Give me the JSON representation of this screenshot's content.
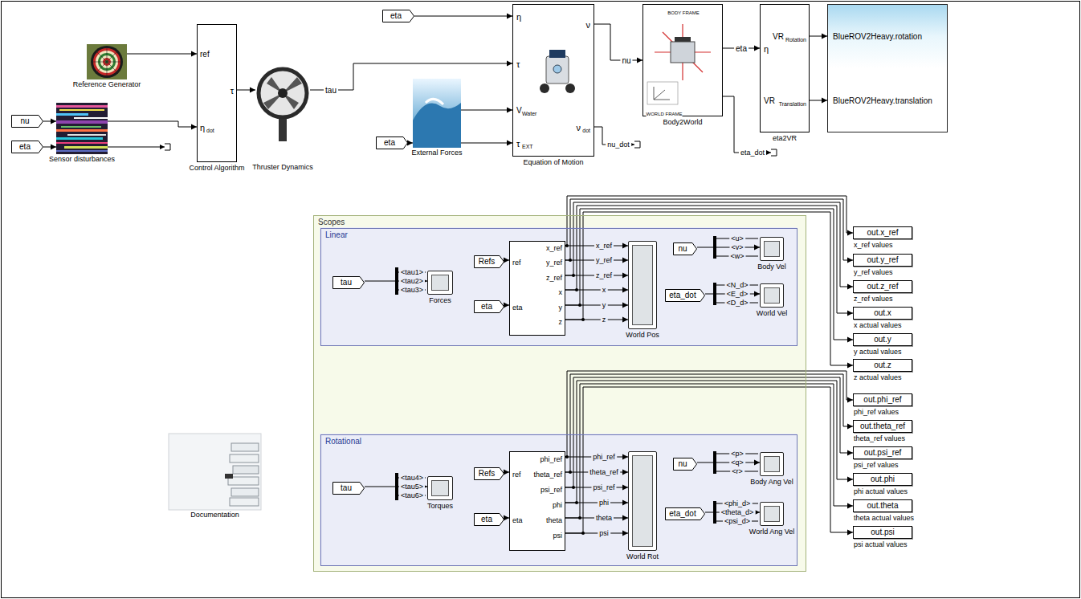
{
  "diagram": {
    "nodes": [
      {
        "text": [
          "Reference Generator"
        ]
      },
      {
        "text": [
          "nu"
        ]
      },
      {
        "text": [
          "eta"
        ]
      },
      {
        "text": [
          "Sensor disturbances"
        ]
      },
      {
        "text": [
          "ref",
          "η",
          "dot",
          "τ",
          "Control Algorithm"
        ]
      },
      {
        "text": [
          "Thruster Dynamics"
        ]
      },
      {
        "text": [
          "eta"
        ]
      },
      {
        "text": [
          "eta"
        ]
      },
      {
        "text": [
          "External Forces"
        ]
      },
      {
        "text": [
          "η",
          "τ",
          "V",
          "Water",
          "τ",
          "EXT",
          "ν",
          "ν",
          "dot",
          "Equation of Motion"
        ]
      },
      {
        "text": [
          "BODY FRAME",
          "WORLD FRAME",
          "Body2World"
        ]
      },
      {
        "text": [
          "η",
          "VR",
          "Rotation",
          "VR",
          "Translation",
          "eta2VR"
        ]
      },
      {
        "text": [
          "BlueROV2Heavy.rotation",
          "BlueROV2Heavy.translation"
        ]
      },
      {
        "text": [
          "Scopes"
        ]
      },
      {
        "text": [
          "Linear"
        ],
        "in": 13
      },
      {
        "text": [
          "tau"
        ],
        "in": 14
      },
      {
        "text": [
          "Forces"
        ],
        "in": 14
      },
      {
        "text": [
          "Refs"
        ],
        "in": 14
      },
      {
        "text": [
          "eta"
        ],
        "in": 14
      },
      {
        "text": [
          "ref",
          "eta",
          "x_ref",
          "y_ref",
          "z_ref",
          "x",
          "y",
          "z"
        ],
        "in": 14
      },
      {
        "text": [
          "World Pos"
        ],
        "in": 14
      },
      {
        "text": [
          "nu"
        ],
        "in": 14
      },
      {
        "text": [
          "Body Vel"
        ],
        "in": 14
      },
      {
        "text": [
          "eta_dot"
        ],
        "in": 14
      },
      {
        "text": [
          "World Vel"
        ],
        "in": 14
      },
      {
        "text": [
          "Rotational"
        ],
        "in": 13
      },
      {
        "text": [
          "tau"
        ],
        "in": 25
      },
      {
        "text": [
          "Torques"
        ],
        "in": 25
      },
      {
        "text": [
          "Refs"
        ],
        "in": 25
      },
      {
        "text": [
          "eta"
        ],
        "in": 25
      },
      {
        "text": [
          "ref",
          "eta",
          "phi_ref",
          "theta_ref",
          "psi_ref",
          "phi",
          "theta",
          "psi"
        ],
        "in": 25
      },
      {
        "text": [
          "World Rot"
        ],
        "in": 25
      },
      {
        "text": [
          "nu"
        ],
        "in": 25
      },
      {
        "text": [
          "Body Ang Vel"
        ],
        "in": 25
      },
      {
        "text": [
          "eta_dot"
        ],
        "in": 25
      },
      {
        "text": [
          "World Ang Vel"
        ],
        "in": 25
      },
      {
        "text": [
          "Documentation"
        ]
      },
      {
        "text": [
          "out.x_ref",
          "x_ref values"
        ]
      },
      {
        "text": [
          "out.y_ref",
          "y_ref values"
        ]
      },
      {
        "text": [
          "out.z_ref",
          "z_ref values"
        ]
      },
      {
        "text": [
          "out.x",
          "x actual values"
        ]
      },
      {
        "text": [
          "out.y",
          "y actual values"
        ]
      },
      {
        "text": [
          "out.z",
          "z actual values"
        ]
      },
      {
        "text": [
          "out.phi_ref",
          "phi_ref values"
        ]
      },
      {
        "text": [
          "out.theta_ref",
          "theta_ref values"
        ]
      },
      {
        "text": [
          "out.psi_ref",
          "psi_ref values"
        ]
      },
      {
        "text": [
          "out.phi",
          "phi actual values"
        ]
      },
      {
        "text": [
          "out.theta",
          "theta actual values"
        ]
      },
      {
        "text": [
          "out.psi",
          "psi actual values"
        ]
      }
    ],
    "edges": [
      {
        "from": 0,
        "to": 4,
        "arrow": "to"
      },
      {
        "from": 1,
        "to": 3,
        "arrow": "to"
      },
      {
        "from": 2,
        "to": 3,
        "arrow": "to"
      },
      {
        "from": 3,
        "to": 4,
        "arrow": "to"
      },
      {
        "from": 4,
        "to": 5,
        "arrow": "to"
      },
      {
        "from": 5,
        "to": 9,
        "label": "tau",
        "arrow": "to"
      },
      {
        "from": 6,
        "to": 9,
        "arrow": "to"
      },
      {
        "from": 7,
        "to": 8,
        "arrow": "to"
      },
      {
        "from": 8,
        "to": 9,
        "arrow": "to"
      },
      {
        "from": 8,
        "to": 9,
        "arrow": "to"
      },
      {
        "from": 9,
        "to": 10,
        "label": "nu",
        "arrow": "to"
      },
      {
        "from": 10,
        "to": 11,
        "label": "eta",
        "arrow": "to"
      },
      {
        "from": 11,
        "to": 12,
        "arrow": "to"
      },
      {
        "from": 11,
        "to": 12,
        "arrow": "to"
      },
      {
        "from": 15,
        "to": 16,
        "arrow": "to"
      },
      {
        "from": 17,
        "to": 19,
        "arrow": "to"
      },
      {
        "from": 18,
        "to": 19,
        "arrow": "to"
      },
      {
        "from": 19,
        "to": 20,
        "label": "x_ref",
        "arrow": "to"
      },
      {
        "from": 19,
        "to": 20,
        "label": "y_ref",
        "arrow": "to"
      },
      {
        "from": 19,
        "to": 20,
        "label": "z_ref",
        "arrow": "to"
      },
      {
        "from": 19,
        "to": 20,
        "label": "x",
        "arrow": "to"
      },
      {
        "from": 19,
        "to": 20,
        "label": "y",
        "arrow": "to"
      },
      {
        "from": 19,
        "to": 20,
        "label": "z",
        "arrow": "to"
      },
      {
        "from": 21,
        "to": 22,
        "arrow": "to"
      },
      {
        "from": 23,
        "to": 24,
        "arrow": "to"
      },
      {
        "from": 26,
        "to": 27,
        "arrow": "to"
      },
      {
        "from": 28,
        "to": 30,
        "arrow": "to"
      },
      {
        "from": 29,
        "to": 30,
        "arrow": "to"
      },
      {
        "from": 30,
        "to": 31,
        "label": "phi_ref",
        "arrow": "to"
      },
      {
        "from": 30,
        "to": 31,
        "label": "theta_ref",
        "arrow": "to"
      },
      {
        "from": 30,
        "to": 31,
        "label": "psi_ref",
        "arrow": "to"
      },
      {
        "from": 30,
        "to": 31,
        "label": "phi",
        "arrow": "to"
      },
      {
        "from": 30,
        "to": 31,
        "label": "theta",
        "arrow": "to"
      },
      {
        "from": 30,
        "to": 31,
        "label": "psi",
        "arrow": "to"
      },
      {
        "from": 32,
        "to": 33,
        "arrow": "to"
      },
      {
        "from": 34,
        "to": 35,
        "arrow": "to"
      },
      {
        "from": 19,
        "to": 37,
        "arrow": "to"
      },
      {
        "from": 19,
        "to": 38,
        "arrow": "to"
      },
      {
        "from": 19,
        "to": 39,
        "arrow": "to"
      },
      {
        "from": 19,
        "to": 40,
        "arrow": "to"
      },
      {
        "from": 19,
        "to": 41,
        "arrow": "to"
      },
      {
        "from": 19,
        "to": 42,
        "arrow": "to"
      },
      {
        "from": 30,
        "to": 43,
        "arrow": "to"
      },
      {
        "from": 30,
        "to": 44,
        "arrow": "to"
      },
      {
        "from": 30,
        "to": 45,
        "arrow": "to"
      },
      {
        "from": 30,
        "to": 46,
        "arrow": "to"
      },
      {
        "from": 30,
        "to": 47,
        "arrow": "to"
      },
      {
        "from": 30,
        "to": 48,
        "arrow": "to"
      }
    ],
    "labels": [
      "nu_dot",
      "eta_dot",
      "<tau1>",
      "<tau2>",
      "<tau3>",
      "<u>",
      "<v>",
      "<w>",
      "<N_d>",
      "<E_d>",
      "<D_d>",
      "<tau4>",
      "<tau5>",
      "<tau6>",
      "<p>",
      "<q>",
      "<r>",
      "<phi_d>",
      "<theta_d>",
      "<psi_d>"
    ]
  }
}
